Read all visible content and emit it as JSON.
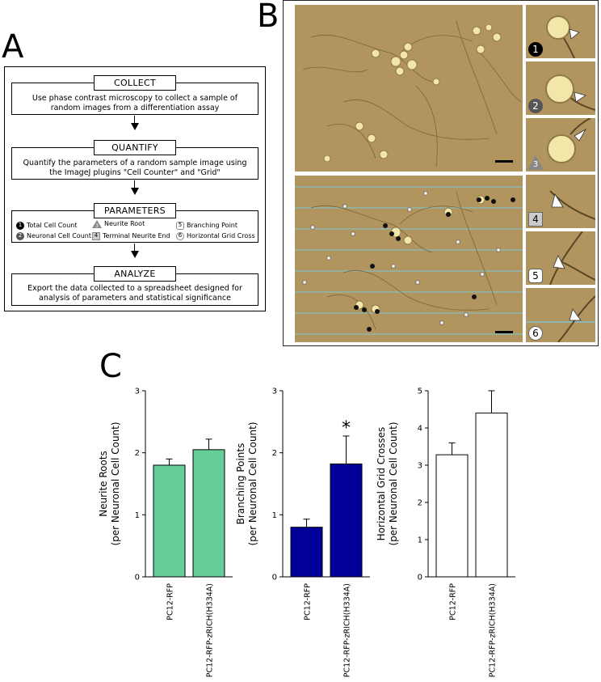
{
  "panels": {
    "a": "A",
    "b": "B",
    "c": "C"
  },
  "flowchart": {
    "stages": [
      {
        "label": "COLLECT",
        "desc_lines": [
          "Use phase contrast microscopy to collect a sample of",
          "random images from a differentiation assay"
        ]
      },
      {
        "label": "QUANTIFY",
        "desc_lines": [
          "Quantify the parameters of a random sample image using",
          "the ImageJ plugins \"Cell Counter\" and \"Grid\""
        ]
      },
      {
        "label": "PARAMETERS",
        "desc_lines": []
      },
      {
        "label": "ANALYZE",
        "desc_lines": [
          "Export the data collected to a spreadsheet designed for",
          "analysis of parameters and statistical significance"
        ]
      }
    ],
    "parameters": [
      {
        "marker": "1",
        "shape": "circle-black",
        "label": "Total Cell Count"
      },
      {
        "marker": "2",
        "shape": "circle-gray",
        "label": "Neuronal Cell Count"
      },
      {
        "marker": "3",
        "shape": "triangle",
        "label": "Neurite Root"
      },
      {
        "marker": "4",
        "shape": "square",
        "label": "Terminal Neurite End"
      },
      {
        "marker": "5",
        "shape": "pentagon",
        "label": "Branching Point"
      },
      {
        "marker": "6",
        "shape": "circle-white",
        "label": "Horizontal Grid Cross"
      }
    ]
  },
  "micrographs": {
    "insets": [
      "1",
      "2",
      "3",
      "4",
      "5",
      "6"
    ],
    "colors": {
      "background": "#b2945f",
      "cell": "#f2e7a8",
      "gridline": "#7fc7d6"
    }
  },
  "chart_data": [
    {
      "type": "bar",
      "ylabel_lines": [
        "Neurite Roots",
        "(per Neuronal Cell Count)"
      ],
      "categories": [
        "PC12-RFP",
        "PC12-RFP-zRICH(H334A)"
      ],
      "values": [
        1.8,
        2.05
      ],
      "errors": [
        0.1,
        0.17
      ],
      "ylim": [
        0,
        3
      ],
      "yticks": [
        0,
        1,
        2,
        3
      ],
      "color": "#66cc99",
      "significance": [
        "",
        ""
      ]
    },
    {
      "type": "bar",
      "ylabel_lines": [
        "Branching Points",
        "(per Neuronal Cell Count)"
      ],
      "categories": [
        "PC12-RFP",
        "PC12-RFP-zRICH(H334A)"
      ],
      "values": [
        0.8,
        1.82
      ],
      "errors": [
        0.13,
        0.45
      ],
      "ylim": [
        0,
        3
      ],
      "yticks": [
        0,
        1,
        2,
        3
      ],
      "color": "#000099",
      "significance": [
        "",
        "*"
      ]
    },
    {
      "type": "bar",
      "ylabel_lines": [
        "Horizontal Grid Crosses",
        "(per Neuronal Cell Count)"
      ],
      "categories": [
        "PC12-RFP",
        "PC12-RFP-zRICH(H334A)"
      ],
      "values": [
        3.28,
        4.4
      ],
      "errors": [
        0.32,
        0.6
      ],
      "ylim": [
        0,
        5
      ],
      "yticks": [
        0,
        1,
        2,
        3,
        4,
        5
      ],
      "color": "#ffffff",
      "significance": [
        "",
        ""
      ]
    }
  ]
}
